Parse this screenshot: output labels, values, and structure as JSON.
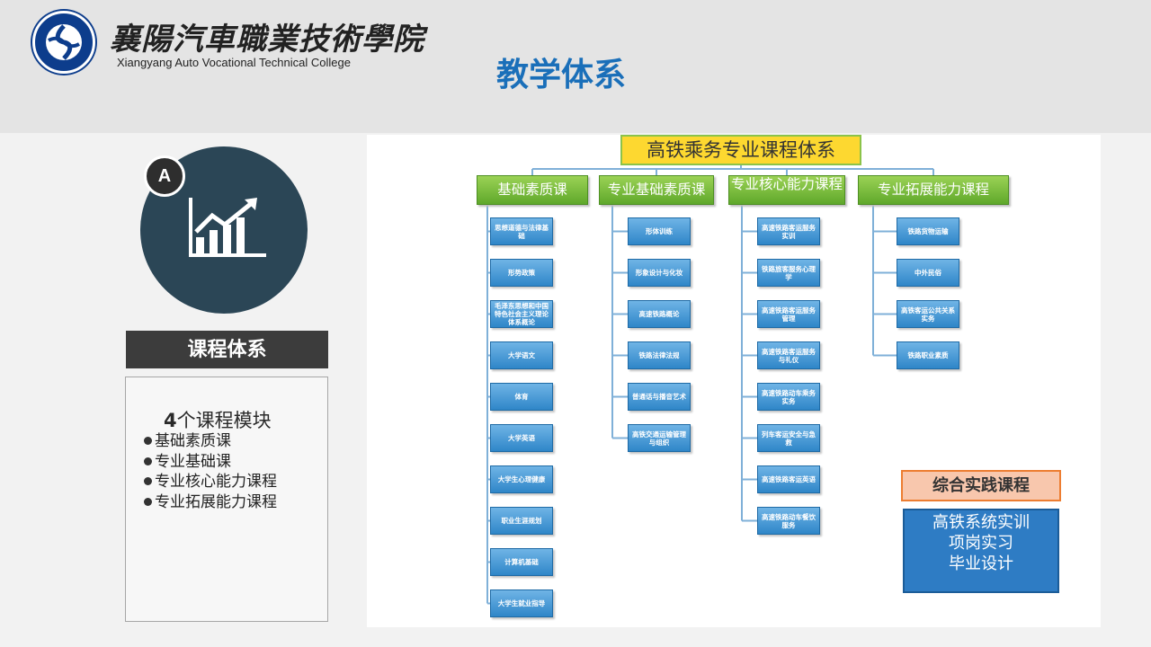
{
  "college": {
    "name_cn": "襄陽汽車職業技術學院",
    "name_en": "Xiangyang Auto Vocational Technical College"
  },
  "page_title": "教学体系",
  "module_badge": "A",
  "section_label": "课程体系",
  "modules": {
    "count": "4",
    "title": "个课程模块",
    "items": [
      "基础素质课",
      "专业基础课",
      "专业核心能力课程",
      "专业拓展能力课程"
    ]
  },
  "diagram": {
    "root": "高铁乘务专业课程体系",
    "categories": [
      {
        "label": "基础素质课",
        "leaves": [
          "思想道德与法律基础",
          "形势政策",
          "毛泽东思想和中国特色社会主义理论体系概论",
          "大学语文",
          "体育",
          "大学英语",
          "大学生心理健康",
          "职业生涯规划",
          "计算机基础",
          "大学生就业指导"
        ]
      },
      {
        "label": "专业基础素质课",
        "leaves": [
          "形体训练",
          "形象设计与化妆",
          "高速铁路概论",
          "铁路法律法规",
          "普通话与播音艺术",
          "高铁交通运输管理与组织"
        ]
      },
      {
        "label": "专业核心能力课程",
        "leaves": [
          "高速铁路客运服务实训",
          "铁路旅客服务心理学",
          "高速铁路客运服务管理",
          "高速铁路客运服务与礼仪",
          "高速铁路动车乘务实务",
          "列车客运安全与急救",
          "高速铁路客运英语",
          "高速铁路动车餐饮服务"
        ]
      },
      {
        "label": "专业拓展能力课程",
        "leaves": [
          "铁路货物运输",
          "中外民俗",
          "高铁客运公共关系实务",
          "铁路职业素质"
        ]
      }
    ],
    "practice": {
      "title": "综合实践课程",
      "items": [
        "高铁系统实训",
        "项岗实习",
        "毕业设计"
      ]
    }
  },
  "colors": {
    "title_blue": "#1a6fb9",
    "circle_dark": "#2b4656",
    "root_yellow": "#fdd830",
    "category_green": "#6cb431",
    "leaf_blue": "#2f86c8",
    "practice_orange": "#ed7d31"
  }
}
